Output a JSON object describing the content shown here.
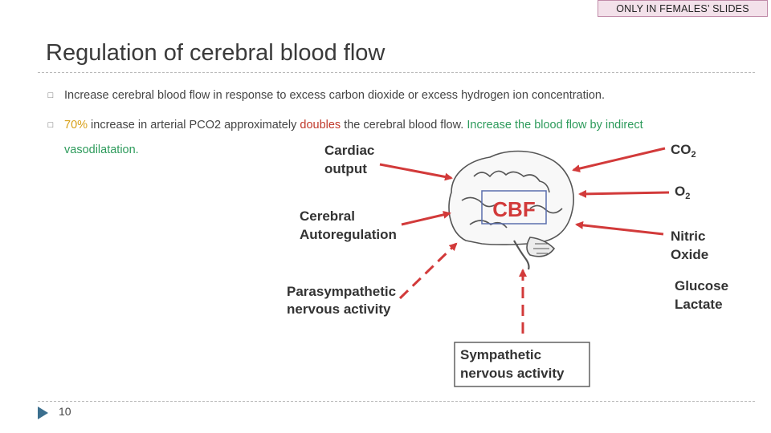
{
  "tag": "ONLY IN FEMALES’ SLIDES",
  "title": "Regulation of cerebral blood flow",
  "bullet1": "Increase cerebral blood flow in response to excess carbon dioxide or excess hydrogen ion concentration.",
  "bullet2": {
    "pct": "70%",
    "t1": " increase in arterial PCO2 approximately ",
    "doubles": "doubles",
    "t2": " the cerebral blood flow. ",
    "green": "Increase the blood flow by indirect",
    "cont": "vasodilatation."
  },
  "diagram": {
    "center": "CBF",
    "left": {
      "cardiac1": "Cardiac",
      "cardiac2": "output",
      "auto1": "Cerebral",
      "auto2": "Autoregulation",
      "para1": "Parasympathetic",
      "para2": "nervous activity"
    },
    "right": {
      "co2": "CO",
      "co2sub": "2",
      "o2": "O",
      "o2sub": "2",
      "no1": "Nitric",
      "no2": "Oxide",
      "gl1": "Glucose",
      "gl2": "Lactate"
    },
    "bottom": {
      "sym1": "Sympathetic",
      "sym2": "nervous activity"
    }
  },
  "page_number": "10"
}
